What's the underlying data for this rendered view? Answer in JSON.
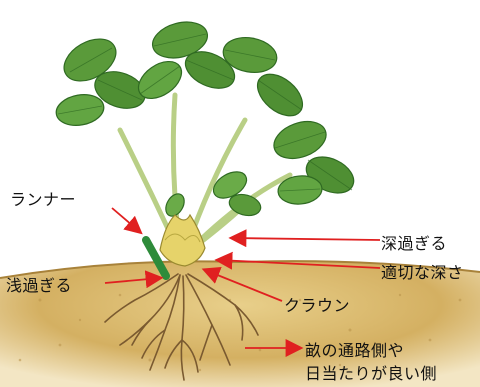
{
  "labels": {
    "runner": "ランナー",
    "too_deep": "深過ぎる",
    "shallow": "浅過ぎる",
    "proper_depth": "適切な深さ",
    "crown": "クラウン",
    "ridge_line1": "畝の通路側や",
    "ridge_line2": "日当たりが良い側"
  },
  "colors": {
    "arrow": "#e02020",
    "leaf": "#5a9a3a",
    "leaf_dark": "#2f6a22",
    "stem": "#c9d89a",
    "soil": "#d9b86a",
    "soil_dark": "#b8924a",
    "root": "#7a5a30",
    "crown": "#e6d36a",
    "runner": "#2e8b3a"
  }
}
